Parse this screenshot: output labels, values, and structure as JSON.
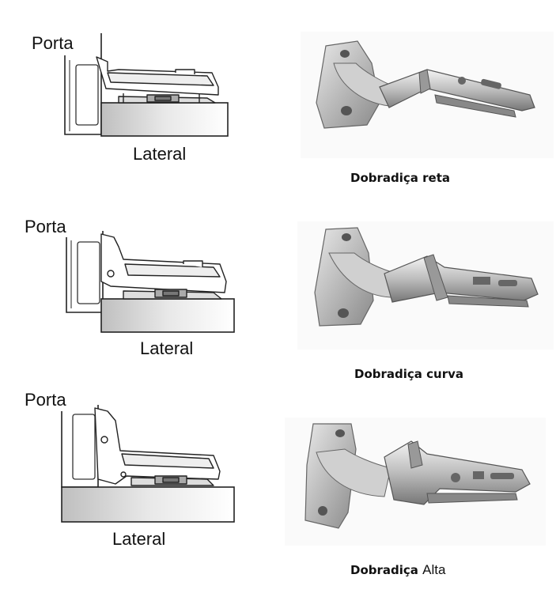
{
  "rows": [
    {
      "porta": "Porta",
      "lateral": "Lateral",
      "caption": "Dobradiça reta"
    },
    {
      "porta": "Porta",
      "lateral": "Lateral",
      "caption": "Dobradiça curva"
    },
    {
      "porta": "Porta",
      "lateral": "Lateral",
      "caption_main": "Dobradiça",
      "caption_suffix": "Alta"
    }
  ],
  "colors": {
    "line": "#222222",
    "panel_light": "#ffffff",
    "panel_shade": "#bfbfbf",
    "metal_light": "#eeeeee",
    "metal_mid": "#b8b8b8",
    "metal_dark": "#6e6e6e"
  }
}
